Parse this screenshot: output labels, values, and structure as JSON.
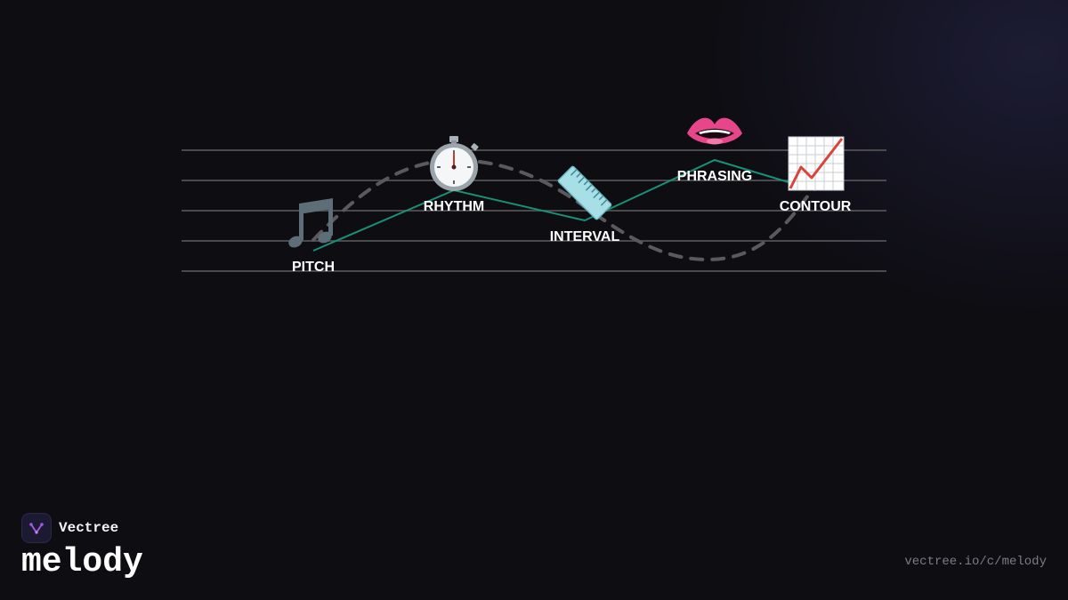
{
  "brand": {
    "name": "Vectree",
    "logo_icon": "vectree-logo-icon",
    "accent_color": "#a05ad8"
  },
  "page": {
    "title": "melody",
    "url": "vectree.io/c/melody"
  },
  "diagram": {
    "staff_line_count": 5,
    "colors": {
      "staff": "#4a4a4e",
      "contour_line": "#1a8f78",
      "dashed_wave": "#5a5a5e",
      "label": "#ffffff"
    },
    "nodes": [
      {
        "id": "pitch",
        "label": "PITCH",
        "icon": "musical-notes-icon",
        "level": 1
      },
      {
        "id": "rhythm",
        "label": "RHYTHM",
        "icon": "stopwatch-icon",
        "level": 3
      },
      {
        "id": "interval",
        "label": "INTERVAL",
        "icon": "ruler-icon",
        "level": 2
      },
      {
        "id": "phrasing",
        "label": "PHRASING",
        "icon": "mouth-icon",
        "level": 4
      },
      {
        "id": "contour",
        "label": "CONTOUR",
        "icon": "chart-increasing-icon",
        "level": 3
      }
    ]
  }
}
